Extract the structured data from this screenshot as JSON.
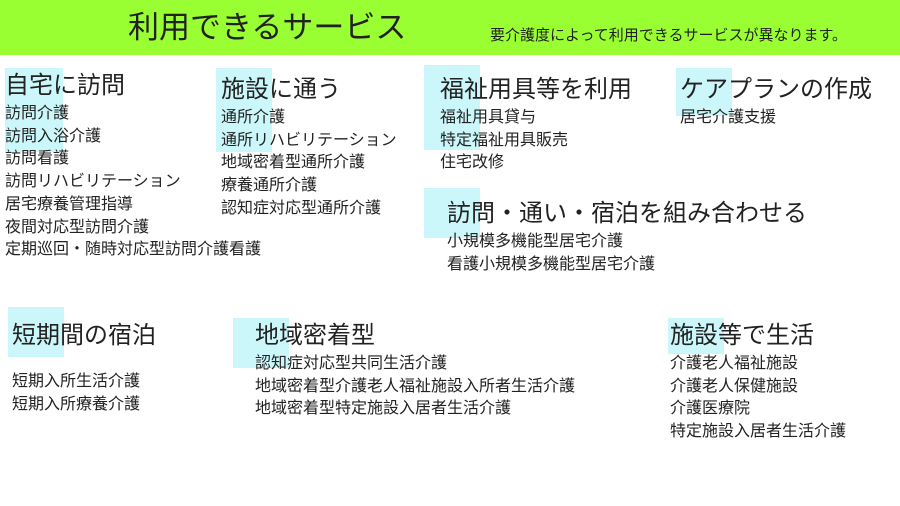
{
  "header": {
    "title": "利用できるサービス",
    "subtitle": "要介護度によって利用できるサービスが異なります。"
  },
  "colors": {
    "header_bg": "#99ff33",
    "accent_square": "#ccf7fa"
  },
  "sections": [
    {
      "heading": "自宅に訪問",
      "items": [
        "訪問介護",
        "訪問入浴介護",
        "訪問看護",
        "訪問リハビリテーション",
        "居宅療養管理指導",
        "夜間対応型訪問介護",
        "定期巡回・随時対応型訪問介護看護"
      ]
    },
    {
      "heading": "施設に通う",
      "items": [
        "通所介護",
        "通所リハビリテーション",
        "地域密着型通所介護",
        "療養通所介護",
        "認知症対応型通所介護"
      ]
    },
    {
      "heading": "福祉用具等を利用",
      "items": [
        "福祉用具貸与",
        "特定福祉用具販売",
        "住宅改修"
      ]
    },
    {
      "heading": "ケアプランの作成",
      "items": [
        "居宅介護支援"
      ]
    },
    {
      "heading": "訪問・通い・宿泊を組み合わせる",
      "items": [
        "小規模多機能型居宅介護",
        "看護小規模多機能型居宅介護"
      ]
    },
    {
      "heading": "短期間の宿泊",
      "items": [
        "短期入所生活介護",
        "短期入所療養介護"
      ]
    },
    {
      "heading": "地域密着型",
      "items": [
        "認知症対応型共同生活介護",
        "地域密着型介護老人福祉施設入所者生活介護",
        "地域密着型特定施設入居者生活介護"
      ]
    },
    {
      "heading": "施設等で生活",
      "items": [
        "介護老人福祉施設",
        "介護老人保健施設",
        "介護医療院",
        "特定施設入居者生活介護"
      ]
    }
  ]
}
